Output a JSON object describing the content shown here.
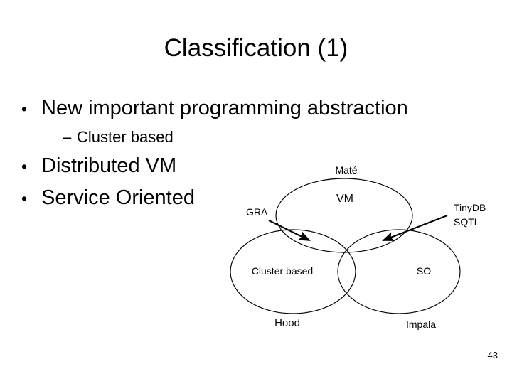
{
  "slide": {
    "title": "Classification (1)",
    "page_number": "43",
    "background_color": "#ffffff",
    "text_color": "#000000"
  },
  "body": {
    "bullets": [
      {
        "level": 1,
        "marker": "•",
        "text": "New important programming abstraction"
      },
      {
        "level": 2,
        "marker": "–",
        "text": "Cluster based"
      },
      {
        "level": 1,
        "marker": "•",
        "text": "Distributed VM"
      },
      {
        "level": 1,
        "marker": "•",
        "text": "Service Oriented"
      }
    ]
  },
  "diagram": {
    "type": "venn",
    "sets": [
      {
        "id": "vm",
        "label": "VM",
        "position": "top"
      },
      {
        "id": "cluster",
        "label": "Cluster based",
        "position": "bottom-left"
      },
      {
        "id": "so",
        "label": "SO",
        "position": "bottom-right"
      }
    ],
    "outside_labels": [
      {
        "id": "mate",
        "label": "Maté",
        "attached_to": "vm",
        "position": "above"
      },
      {
        "id": "hood",
        "label": "Hood",
        "attached_to": "cluster",
        "position": "below"
      },
      {
        "id": "impala",
        "label": "Impala",
        "attached_to": "so",
        "position": "below"
      }
    ],
    "callouts": [
      {
        "id": "gra",
        "label": "GRA",
        "points_to": "vm-cluster-intersection"
      },
      {
        "id": "tinydb",
        "label": "TinyDB\nSQTL",
        "line1": "TinyDB",
        "line2": "SQTL",
        "points_to": "vm-so-intersection"
      }
    ],
    "stroke_color": "#000000"
  }
}
